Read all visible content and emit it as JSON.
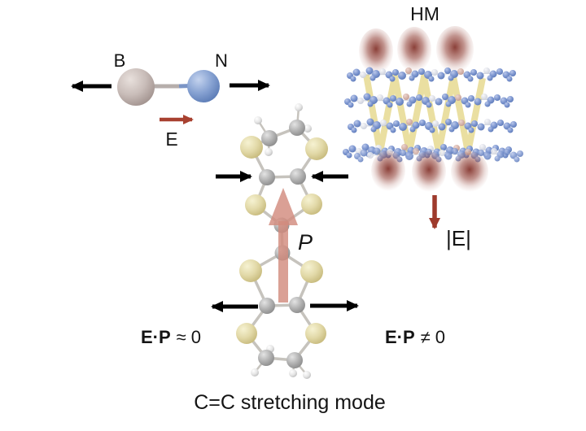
{
  "bn": {
    "b": "B",
    "n": "N",
    "e": "E"
  },
  "hm": {
    "title": "HM",
    "e_mag": "|E|"
  },
  "mol": {
    "p": "P"
  },
  "eq": {
    "left_bold": "E·P",
    "left_rest": "≈ 0",
    "right_bold": "E·P",
    "right_rest": "≠ 0"
  },
  "caption": "C=C stretching mode",
  "colors": {
    "background": "#ffffff",
    "text": "#141414",
    "black_arrow": "#000000",
    "field_arrow_red": "#a84130",
    "polarization_pink": "#d28b7e",
    "sulfur_yellow": "#ded4a0",
    "carbon_gray": "#ababab",
    "hydrogen_white": "#e8e8e8",
    "boron_gray": "#c6bab6",
    "nitrogen_blue": "#87a2d2",
    "layer_atom_blue": "#7e97d0",
    "interlayer_bond_yellow": "#e5d78a",
    "charge_cloud_red": "#8a3a30"
  }
}
